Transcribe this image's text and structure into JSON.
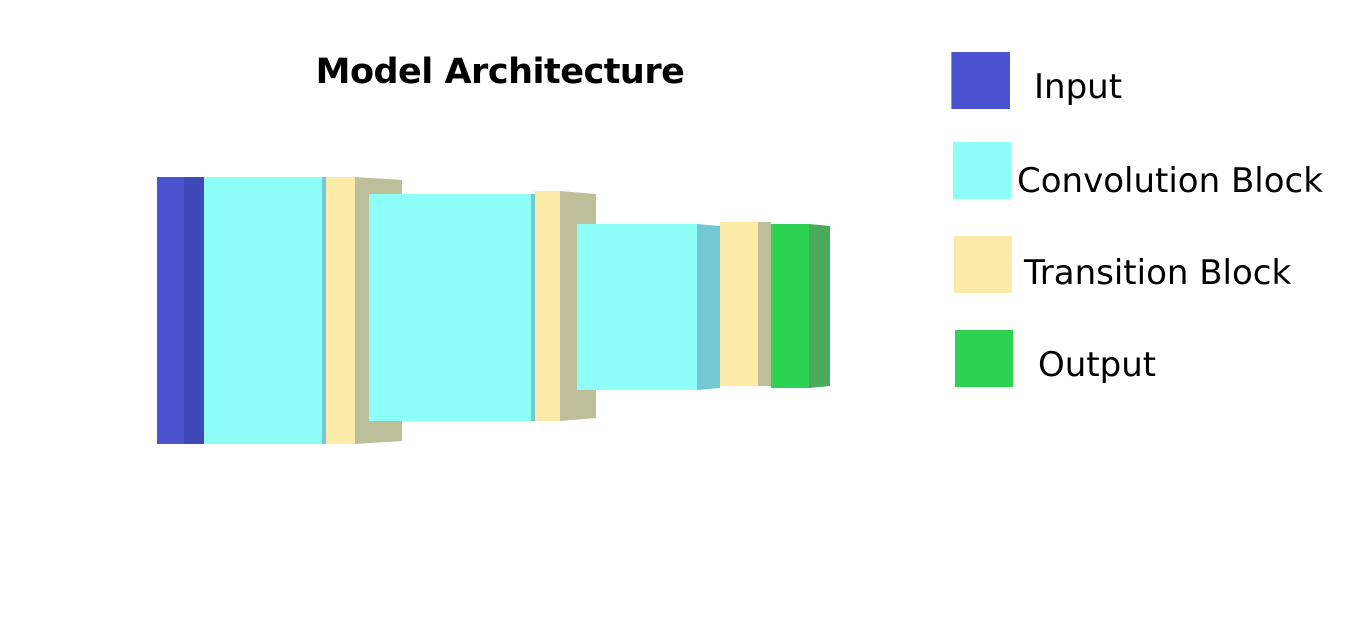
{
  "title": "Model Architecture",
  "colors": {
    "input": "#4A52CF",
    "input_side": "#3F48B8",
    "convolution": "#8EFEF8",
    "convolution_side": "#73C8D4",
    "transition": "#FBEAA8",
    "transition_side": "#BDBF9A",
    "output": "#2DD253",
    "output_side": "#48AA5A"
  },
  "legend": [
    {
      "label": "Input",
      "color": "#4A52CF"
    },
    {
      "label": "Convolution Block",
      "color": "#8EFEF8"
    },
    {
      "label": "Transition Block",
      "color": "#FBEAA8"
    },
    {
      "label": "Output",
      "color": "#2DD253"
    }
  ]
}
